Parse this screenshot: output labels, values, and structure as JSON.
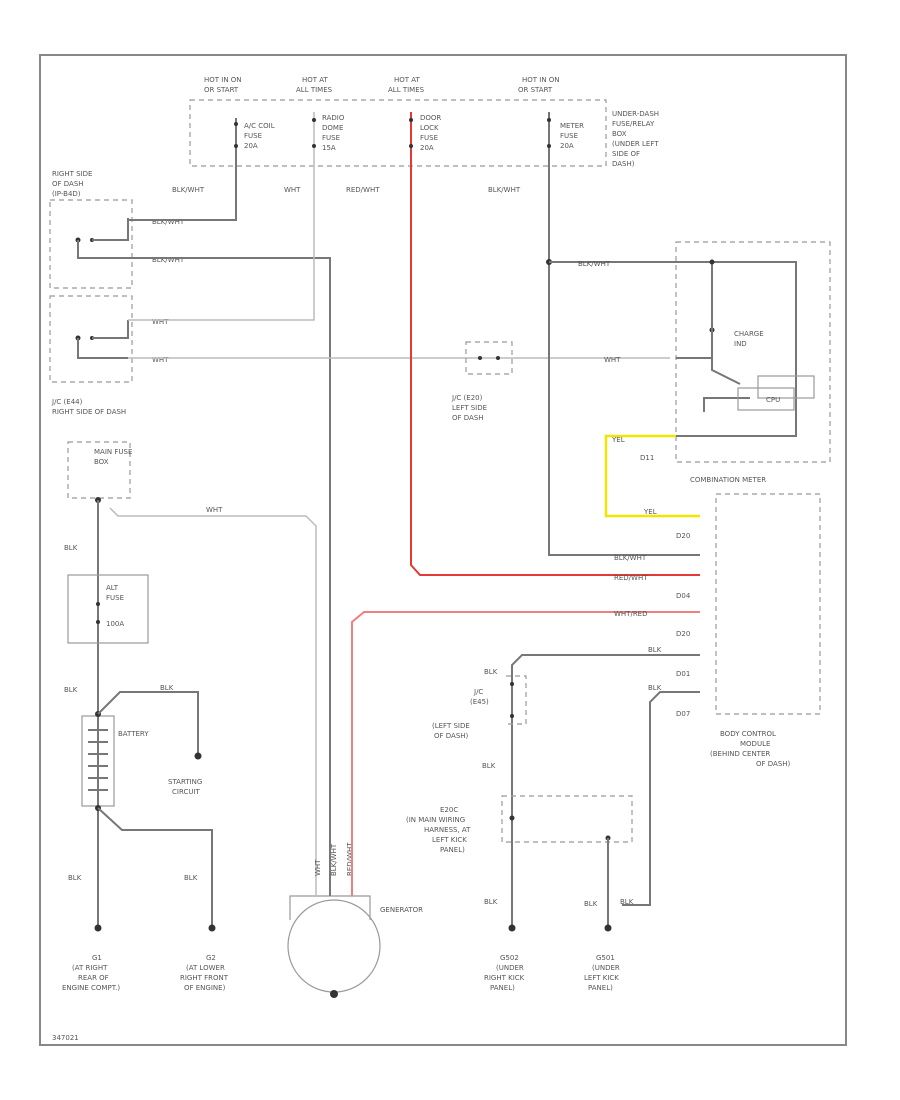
{
  "fuse_headers": {
    "h1": [
      "HOT IN ON",
      "OR START"
    ],
    "h2": [
      "HOT AT",
      "ALL TIMES"
    ],
    "h3": [
      "HOT AT",
      "ALL TIMES"
    ],
    "h4": [
      "HOT IN ON",
      "OR START"
    ]
  },
  "fuses": {
    "ac_coil": [
      "A/C COIL",
      "FUSE",
      "20A"
    ],
    "radio": [
      "RADIO",
      "DOME",
      "FUSE",
      "15A"
    ],
    "door_lock": [
      "DOOR",
      "LOCK",
      "FUSE",
      "20A"
    ],
    "meter": [
      "METER",
      "FUSE",
      "20A"
    ]
  },
  "underdash_box": [
    "UNDER-DASH",
    "FUSE/RELAY",
    "BOX",
    "(UNDER LEFT",
    "SIDE OF",
    "DASH)"
  ],
  "wire_labels": {
    "blk_wht_top1": "BLK/WHT",
    "wht_top": "WHT",
    "red_wht_top": "RED/WHT",
    "blk_wht_top2": "BLK/WHT",
    "blk_wht_left1": "BLK/WHT",
    "blk_wht_left2": "BLK/WHT",
    "wht_left1": "WHT",
    "wht_left2": "WHT",
    "blk_wht_meter": "BLK/WHT",
    "wht_meter": "WHT",
    "yel1": "YEL",
    "yel2": "YEL",
    "wht_mid": "WHT",
    "blk_vert": "BLK",
    "blk_batt_top": "BLK",
    "blk_start": "BLK",
    "blk_g1": "BLK",
    "blk_g2": "BLK",
    "wht_gen": "WHT",
    "blkwht_gen": "BLK/WHT",
    "redwht_gen": "RED/WHT",
    "blkwht_bcm": "BLK/WHT",
    "redwht_bcm": "RED/WHT",
    "whtred_bcm": "WHT/RED",
    "blk_bcm1": "BLK",
    "blk_bcm2": "BLK",
    "blk_j": "BLK",
    "blk_mid": "BLK",
    "blk_g502": "BLK",
    "blk_g501a": "BLK",
    "blk_g501b": "BLK"
  },
  "relays_left": [
    "RIGHT SIDE",
    "OF DASH",
    "(IP-B4D)"
  ],
  "jc_right": [
    "J/C (E44)",
    "RIGHT SIDE OF DASH"
  ],
  "main_fuse_box": [
    "MAIN FUSE",
    "BOX"
  ],
  "alt_fuse": [
    "ALT",
    "FUSE",
    "100A"
  ],
  "battery": "BATTERY",
  "starting": [
    "STARTING",
    "CIRCUIT"
  ],
  "generator": "GENERATOR",
  "jc_left_mid": [
    "J/C (E20)",
    "LEFT SIDE",
    "OF DASH"
  ],
  "meter_parts": {
    "charge": [
      "CHARGE",
      "IND"
    ],
    "cpu": "CPU",
    "name": "COMBINATION METER",
    "conn": "D11"
  },
  "bcm": [
    "BODY CONTROL",
    "MODULE",
    "(BEHIND CENTER",
    "OF DASH)"
  ],
  "bcm_conn": [
    "D20",
    "D04",
    "D20",
    "D01",
    "D07"
  ],
  "jc_bcm": [
    "J/C",
    "(E45)",
    "(LEFT SIDE",
    "OF DASH)"
  ],
  "harness": [
    "E20C",
    "(IN MAIN WIRING",
    "HARNESS, AT",
    "LEFT KICK",
    "PANEL)"
  ],
  "grounds": {
    "g1": [
      "G1",
      "(AT RIGHT",
      "REAR OF",
      "ENGINE COMPT.)"
    ],
    "g2": [
      "G2",
      "(AT LOWER",
      "RIGHT FRONT",
      "OF ENGINE)"
    ],
    "g502": [
      "G502",
      "(UNDER",
      "RIGHT KICK",
      "PANEL)"
    ],
    "g501": [
      "G501",
      "(UNDER",
      "LEFT KICK",
      "PANEL)"
    ]
  },
  "footer_id": "347021"
}
